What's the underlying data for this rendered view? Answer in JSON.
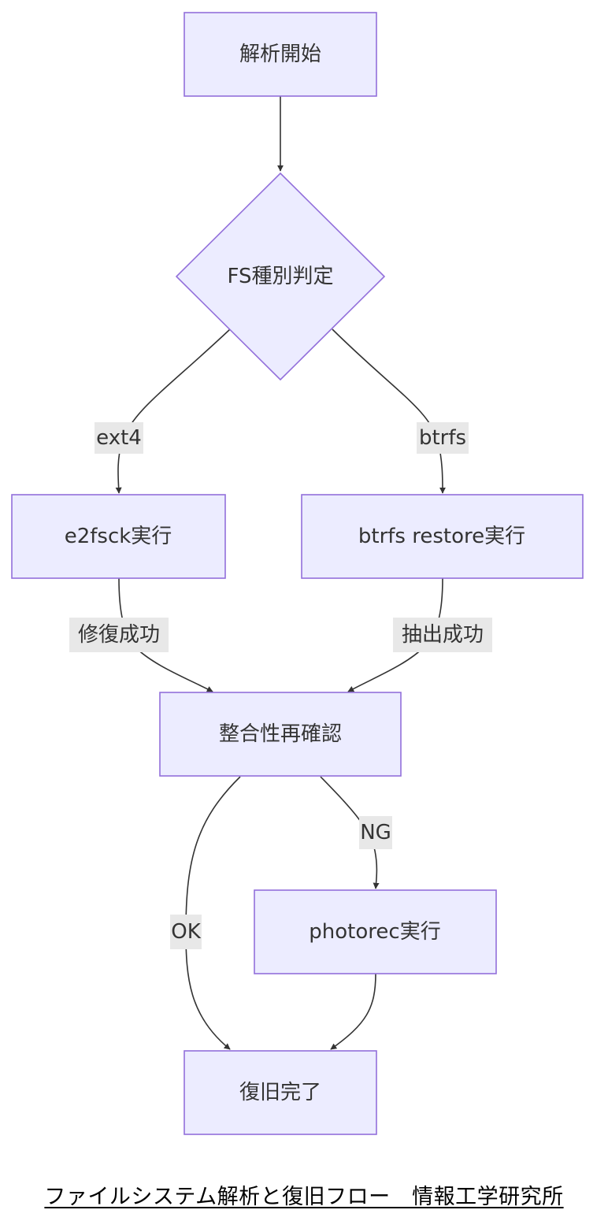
{
  "nodes": {
    "start": "解析開始",
    "fs_check": "FS種別判定",
    "e2fsck": "e2fsck実行",
    "btrfs_restore": "btrfs restore実行",
    "recheck": "整合性再確認",
    "photorec": "photorec実行",
    "done": "復旧完了"
  },
  "edges": {
    "ext4": "ext4",
    "btrfs": "btrfs",
    "repair_ok": "修復成功",
    "extract_ok": "抽出成功",
    "ng": "NG",
    "ok": "OK"
  },
  "caption": "ファイルシステム解析と復旧フロー　情報工学研究所",
  "colors": {
    "node_fill": "#ECECFF",
    "node_stroke": "#9370DB",
    "edge": "#333333",
    "edge_label_bg": "#E8E8E8"
  }
}
